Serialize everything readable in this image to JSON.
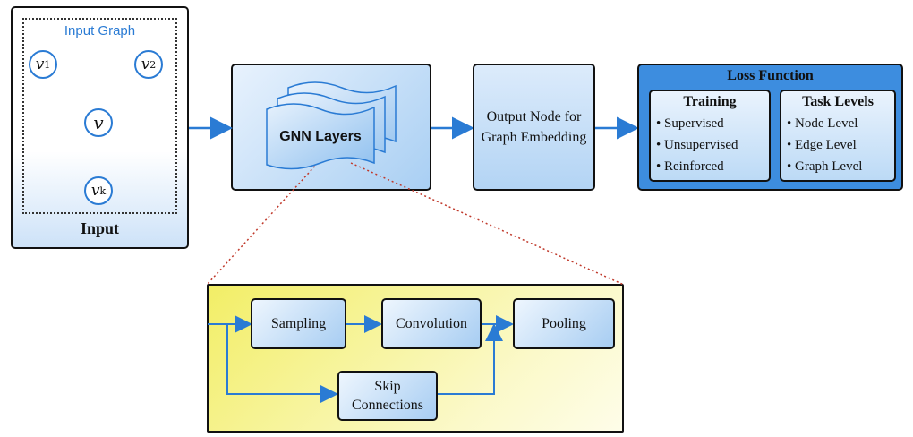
{
  "input": {
    "label": "Input",
    "graph_title": "Input Graph",
    "nodes": {
      "v1": "v",
      "v1_sub": "1",
      "v2": "v",
      "v2_sub": "2",
      "v": "v",
      "vk": "v",
      "vk_sub": "k"
    }
  },
  "gnn": {
    "label": "GNN Layers"
  },
  "output": {
    "label": "Output Node for Graph Embedding"
  },
  "loss": {
    "title": "Loss Function",
    "training": {
      "title": "Training",
      "items": [
        "Supervised",
        "Unsupervised",
        "Reinforced"
      ]
    },
    "task_levels": {
      "title": "Task Levels",
      "items": [
        "Node Level",
        "Edge Level",
        "Graph Level"
      ]
    }
  },
  "detail": {
    "sampling": "Sampling",
    "convolution": "Convolution",
    "pooling": "Pooling",
    "skip": "Skip Connections"
  },
  "colors": {
    "accent": "#2a7bd4",
    "box_fill": "#cfe3f8",
    "detail_fill": "#faf6a8",
    "dotted_red": "#c0392b"
  }
}
